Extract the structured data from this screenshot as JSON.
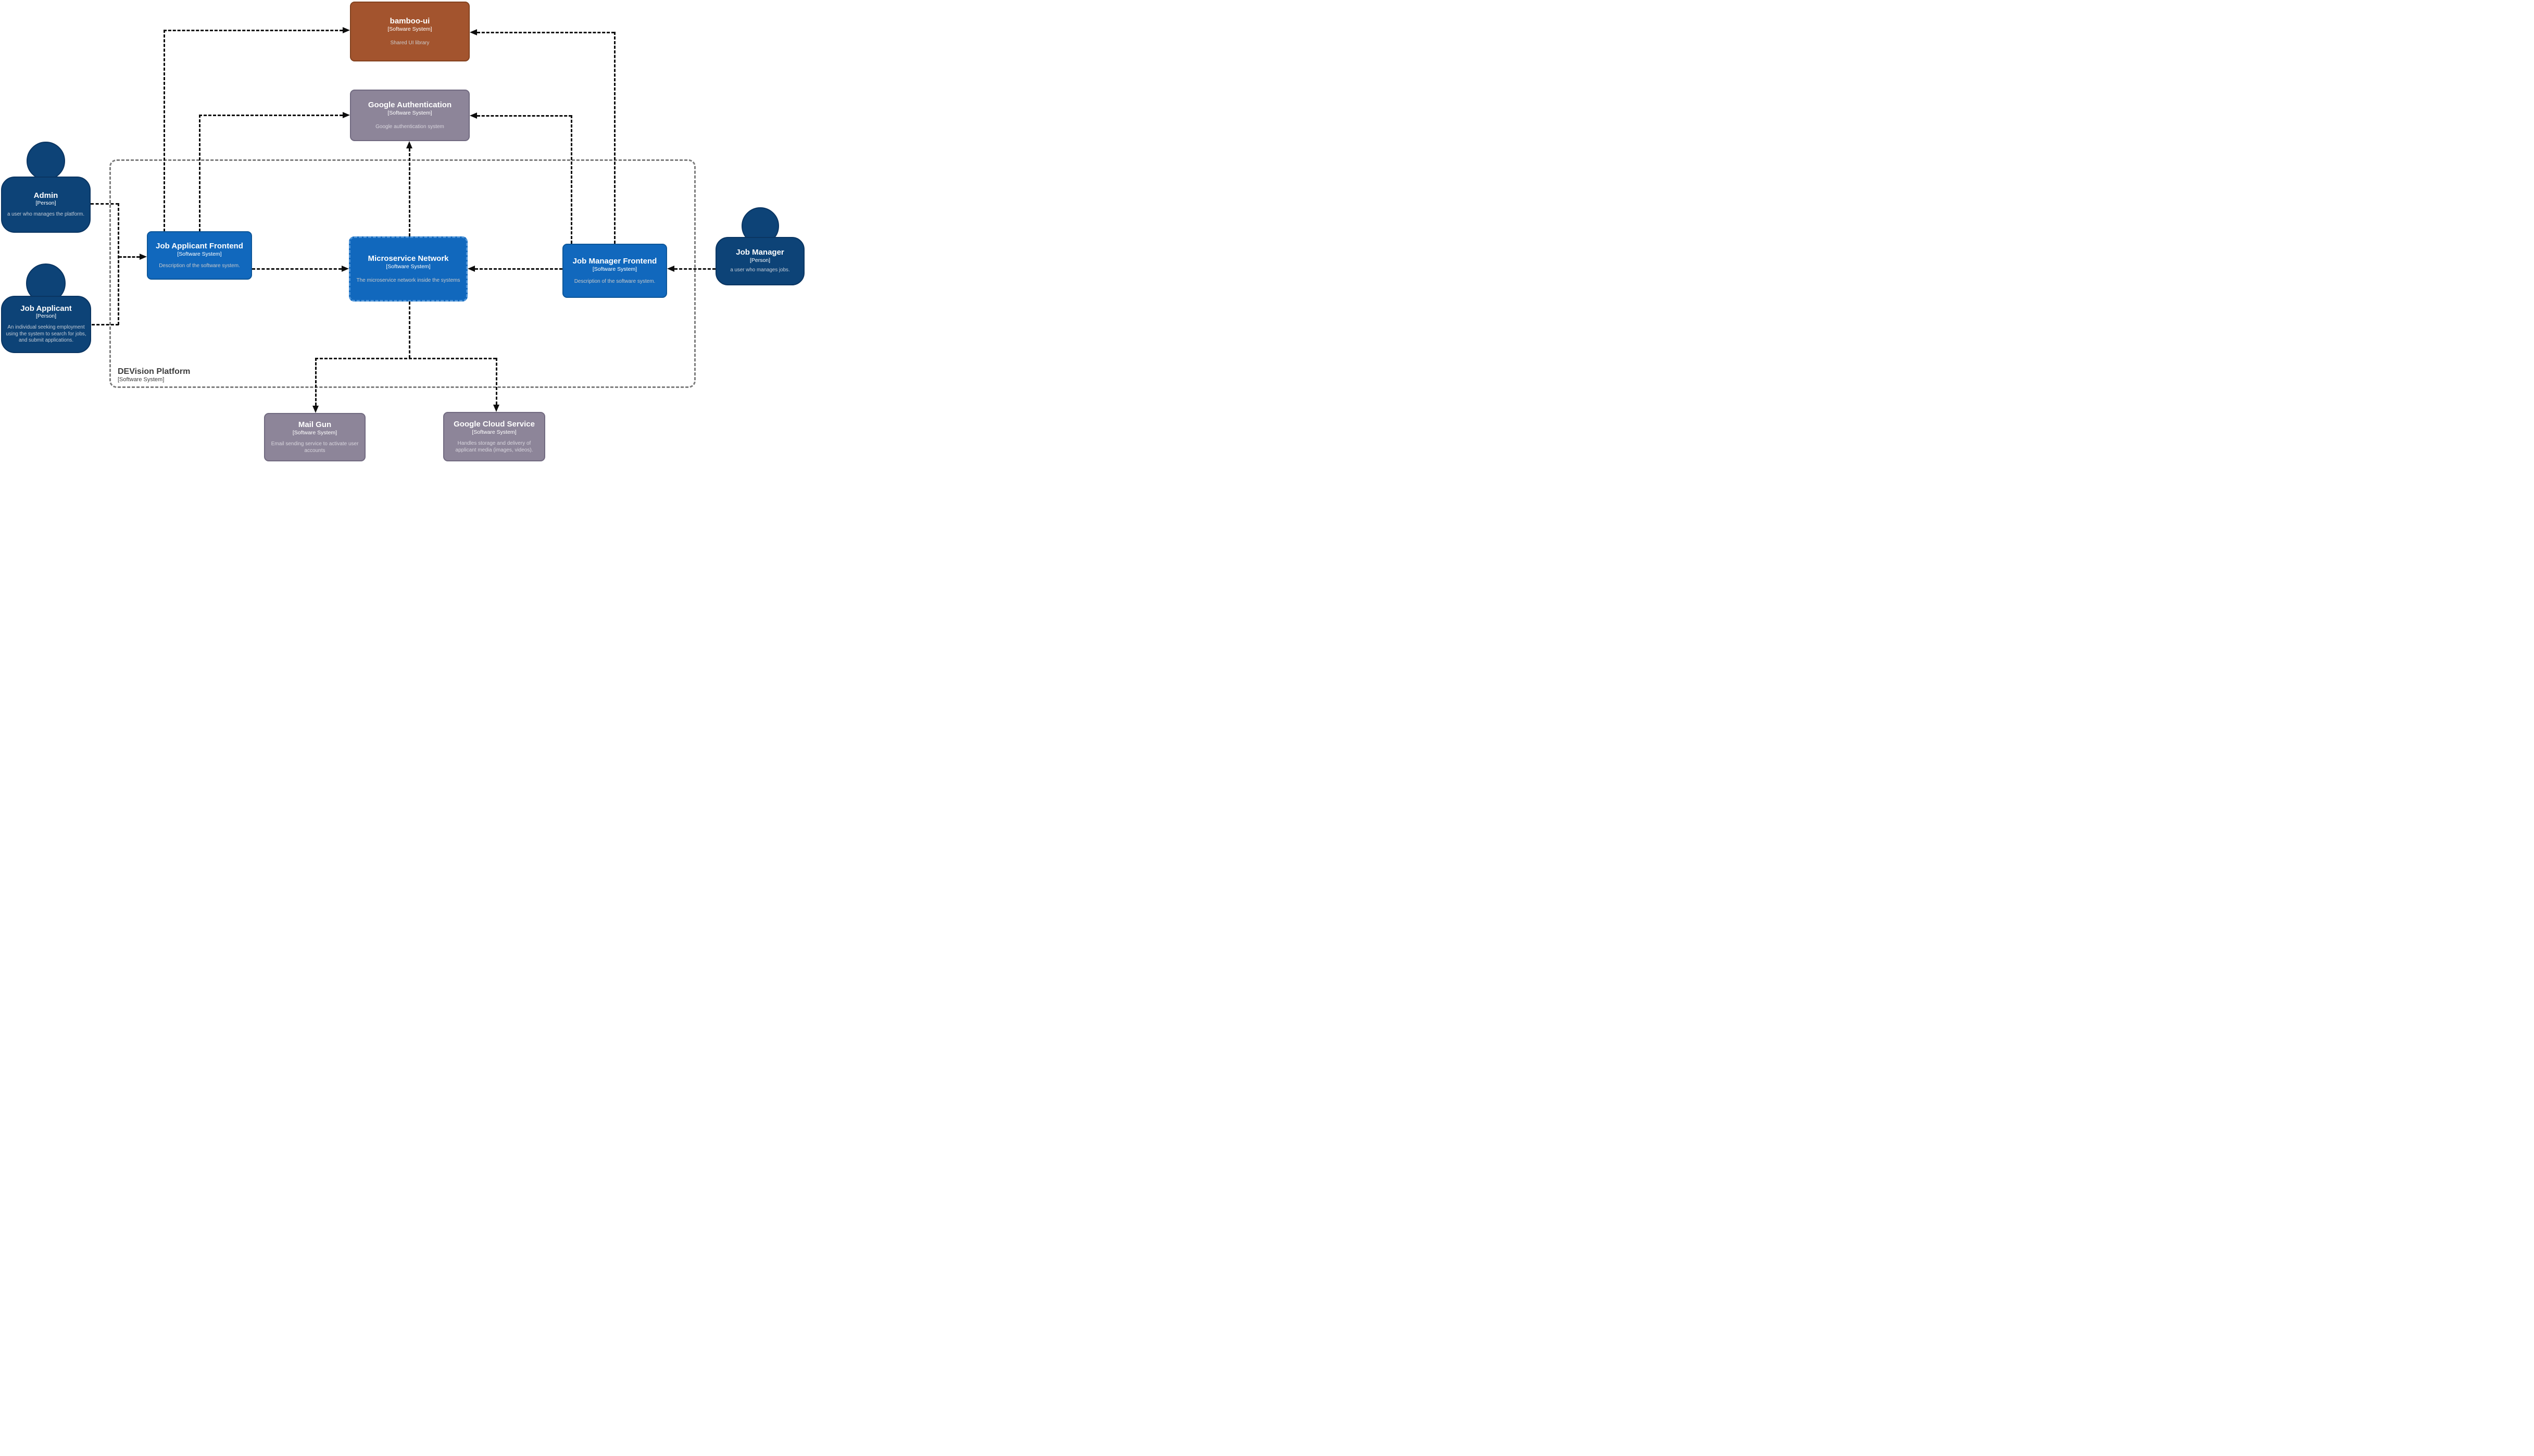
{
  "boundary": {
    "title": "DEVision Platform",
    "subtitle": "[Software System]"
  },
  "nodes": {
    "bamboo_ui": {
      "title": "bamboo-ui",
      "subtitle": "[Software System]",
      "description": "Shared UI library"
    },
    "google_authentication": {
      "title": "Google Authentication",
      "subtitle": "[Software System]",
      "description": "Google authentication system"
    },
    "admin": {
      "title": "Admin",
      "subtitle": "[Person]",
      "description": "a user who manages the platform."
    },
    "job_applicant": {
      "title": "Job Applicant",
      "subtitle": "[Person]",
      "description": "An individual seeking employment using the system to search for jobs, and submit applications."
    },
    "job_manager": {
      "title": "Job Manager",
      "subtitle": "[Person]",
      "description": "a user who manages jobs."
    },
    "job_applicant_frontend": {
      "title": "Job Applicant Frontend",
      "subtitle": "[Software System]",
      "description": "Description of the software system."
    },
    "microservice_network": {
      "title": "Microservice Network",
      "subtitle": "[Software System]",
      "description": "The microservice network inside the systems"
    },
    "job_manager_frontend": {
      "title": "Job Manager Frontend",
      "subtitle": "[Software System]",
      "description": "Description of the software system."
    },
    "mail_gun": {
      "title": "Mail Gun",
      "subtitle": "[Software System]",
      "description": "Email sending service to activate user accounts"
    },
    "google_cloud_service": {
      "title": "Google Cloud Service",
      "subtitle": "[Software System]",
      "description": "Handles storage and delivery of applicant media (images, videos)."
    }
  },
  "edges": [
    {
      "from": "Admin",
      "to": "Job Applicant Frontend"
    },
    {
      "from": "Job Applicant",
      "to": "Job Applicant Frontend"
    },
    {
      "from": "Job Applicant Frontend",
      "to": "bamboo-ui"
    },
    {
      "from": "Job Applicant Frontend",
      "to": "Google Authentication"
    },
    {
      "from": "Job Applicant Frontend",
      "to": "Microservice Network"
    },
    {
      "from": "Job Manager",
      "to": "Job Manager Frontend"
    },
    {
      "from": "Job Manager Frontend",
      "to": "bamboo-ui"
    },
    {
      "from": "Job Manager Frontend",
      "to": "Google Authentication"
    },
    {
      "from": "Job Manager Frontend",
      "to": "Microservice Network"
    },
    {
      "from": "Microservice Network",
      "to": "Google Authentication"
    },
    {
      "from": "Microservice Network",
      "to": "Mail Gun"
    },
    {
      "from": "Microservice Network",
      "to": "Google Cloud Service"
    }
  ],
  "colors": {
    "person_fill": "#0d4377",
    "person_border": "#0a3562",
    "system_fill": "#1168bd",
    "system_border": "#0d5699",
    "microservice_dash_border": "#4e94d8",
    "external_fill": "#8d8599",
    "external_border": "#716a80",
    "library_fill": "#a3542e",
    "library_border": "#83421f",
    "edge_line": "#0d0d0d",
    "boundary_line": "#7d7d7d",
    "boundary_text": "#3c3c3c",
    "description_text": "#c9c9c9"
  }
}
